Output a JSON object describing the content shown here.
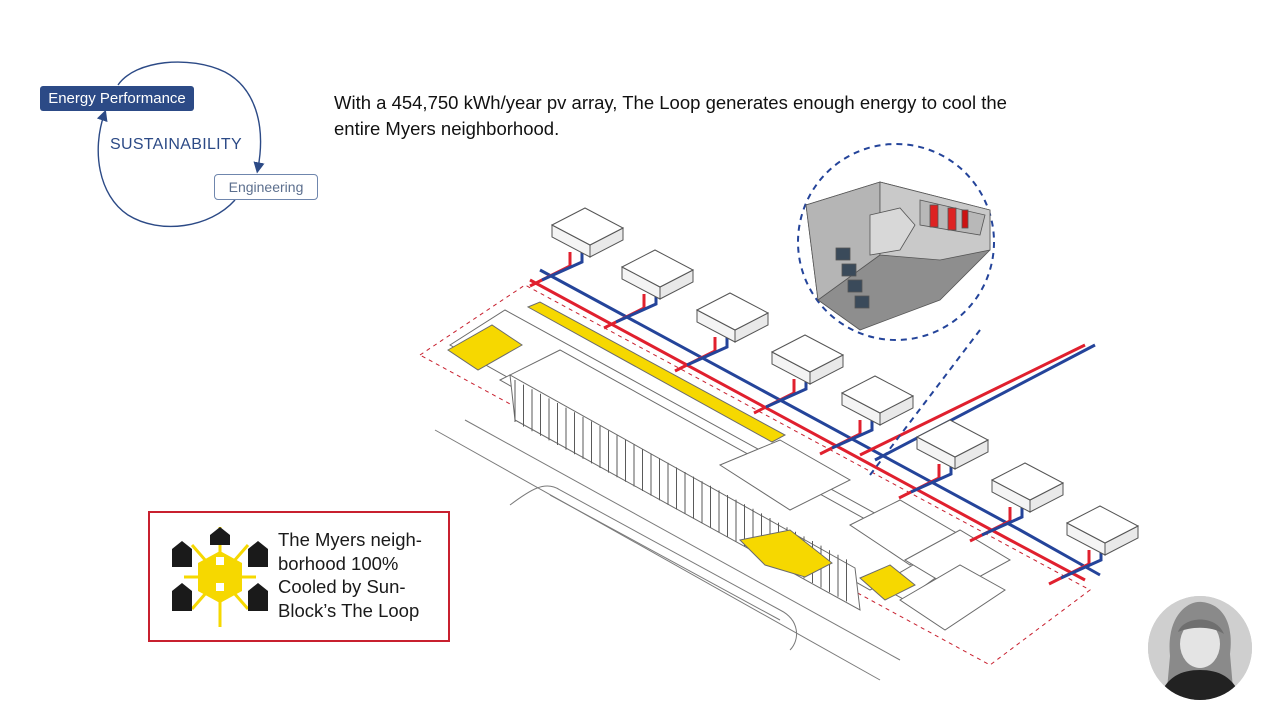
{
  "sustainability_cycle": {
    "energy_label": "Energy Performance",
    "center_label": "SUSTAINABILITY",
    "engineering_label": "Engineering"
  },
  "headline": {
    "line1": "With a 454,750 kWh/year pv array, The Loop generates enough energy to cool the",
    "line2": "entire Myers neighborhood."
  },
  "callout": {
    "lines": [
      "The Myers neigh-",
      "borhood 100%",
      "Cooled by Sun-",
      "Block’s The Loop"
    ]
  },
  "colors": {
    "brand_blue": "#2c4a86",
    "pipe_red": "#e0202e",
    "pipe_blue": "#24449a",
    "solar_yellow": "#f6d800",
    "callout_border": "#c8202f"
  },
  "icons": {
    "cycle": "circular-arrows",
    "badge": "sun-houses-icon",
    "avatar": "presenter-photo"
  }
}
